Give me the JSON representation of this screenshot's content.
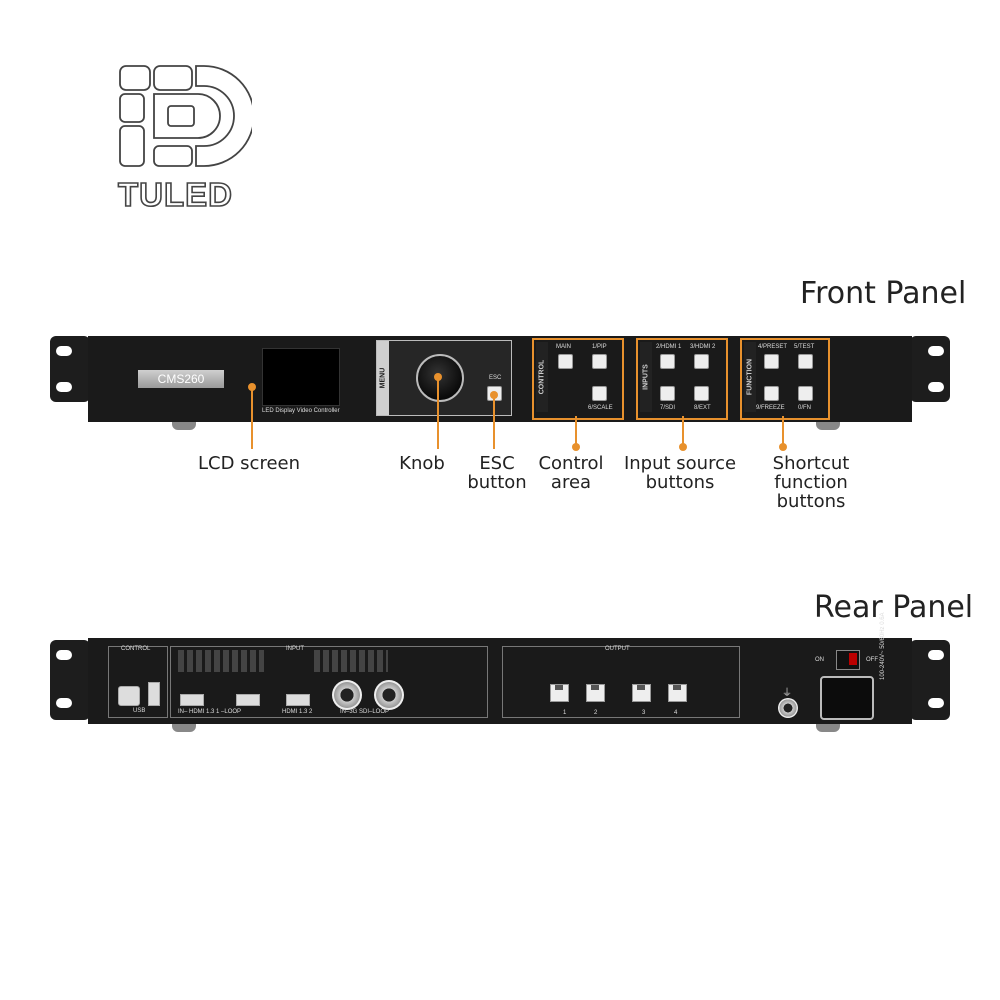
{
  "brand": {
    "logo_text": "TULED"
  },
  "front": {
    "title": "Front Panel",
    "model": "CMS260",
    "lcd_caption": "LED Display Video Controller",
    "menu_label": "MENU",
    "esc_key_label": "ESC",
    "control_group": {
      "label": "CONTROL",
      "keys": [
        "MAIN",
        "1/PIP",
        "6/SCALE"
      ]
    },
    "inputs_group": {
      "label": "INPUTS",
      "keys": [
        "2/HDMI 1",
        "3/HDMI 2",
        "7/SDI",
        "8/EXT"
      ]
    },
    "function_group": {
      "label": "FUNCTION",
      "keys": [
        "4/PRESET",
        "5/TEST",
        "9/FREEZE",
        "0/FN"
      ]
    },
    "callouts": [
      {
        "name": "lcd-screen",
        "text": "LCD screen"
      },
      {
        "name": "knob",
        "text": "Knob"
      },
      {
        "name": "esc-button",
        "text": "ESC\nbutton"
      },
      {
        "name": "control-area",
        "text": "Control\narea"
      },
      {
        "name": "input-source-buttons",
        "text": "Input source\nbuttons"
      },
      {
        "name": "shortcut-function-buttons",
        "text": "Shortcut\nfunction\nbuttons"
      }
    ],
    "accent_color": "#e8912d"
  },
  "rear": {
    "title": "Rear Panel",
    "control_label": "CONTROL",
    "usb_label": "USB",
    "input_label": "INPUT",
    "hdmi1_label": "IN– HDMI 1.3 1 –LOOP",
    "hdmi2_label": "HDMI 1.3 2",
    "sdi_label": "IN–3G SDI–LOOP",
    "output_label": "OUTPUT",
    "output_ports": [
      "1",
      "2",
      "3",
      "4"
    ],
    "switch_on": "ON",
    "switch_off": "OFF",
    "power_rating": "100-240V~ 50/60Hz 0.6A"
  }
}
